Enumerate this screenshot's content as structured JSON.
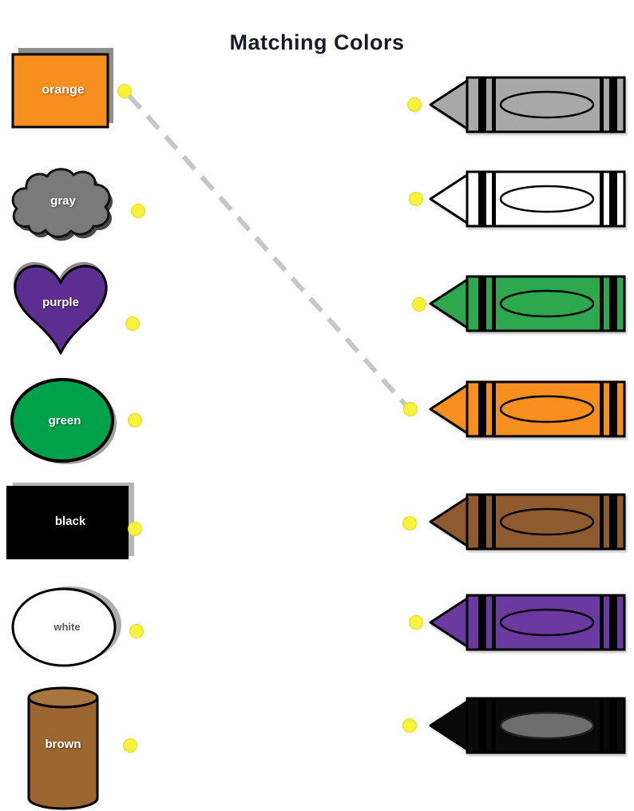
{
  "title": "Matching Colors",
  "colors": {
    "dot": "#F7F23A",
    "connector_line": "#C6C6C6"
  },
  "left_shapes": [
    {
      "label": "orange",
      "shape": "square",
      "fill": "#F78F1E",
      "label_color": "#FFFFFF"
    },
    {
      "label": "gray",
      "shape": "cloud",
      "fill": "#7A7A7A",
      "label_color": "#FFFFFF"
    },
    {
      "label": "purple",
      "shape": "heart",
      "fill": "#5C2E91",
      "label_color": "#FFFFFF"
    },
    {
      "label": "green",
      "shape": "ellipse",
      "fill": "#00A14B",
      "label_color": "#FFFFFF"
    },
    {
      "label": "black",
      "shape": "rectangle",
      "fill": "#000000",
      "label_color": "#FFFFFF"
    },
    {
      "label": "white",
      "shape": "ellipse",
      "fill": "#FFFFFF",
      "label_color": "#5A5A5A"
    },
    {
      "label": "brown",
      "shape": "cylinder",
      "fill": "#9C6631",
      "top_fill": "#A9753F",
      "label_color": "#FFFFFF"
    }
  ],
  "crayons": [
    {
      "color_name": "gray",
      "fill": "#A8A8A8",
      "ellipse_fill": "#A8A8A8"
    },
    {
      "color_name": "white",
      "fill": "#FFFFFF",
      "ellipse_fill": "#FFFFFF"
    },
    {
      "color_name": "green",
      "fill": "#2EA84F",
      "ellipse_fill": "#2EA84F"
    },
    {
      "color_name": "orange",
      "fill": "#F78F1E",
      "ellipse_fill": "#F78F1E"
    },
    {
      "color_name": "brown",
      "fill": "#8F5B2E",
      "ellipse_fill": "#8F5B2E"
    },
    {
      "color_name": "purple",
      "fill": "#6A3AA0",
      "ellipse_fill": "#6A3AA0"
    },
    {
      "color_name": "black",
      "fill": "#0A0A0A",
      "ellipse_fill": "#6E6E6E"
    }
  ],
  "connection": {
    "from_shape": "orange",
    "to_crayon": "orange"
  }
}
